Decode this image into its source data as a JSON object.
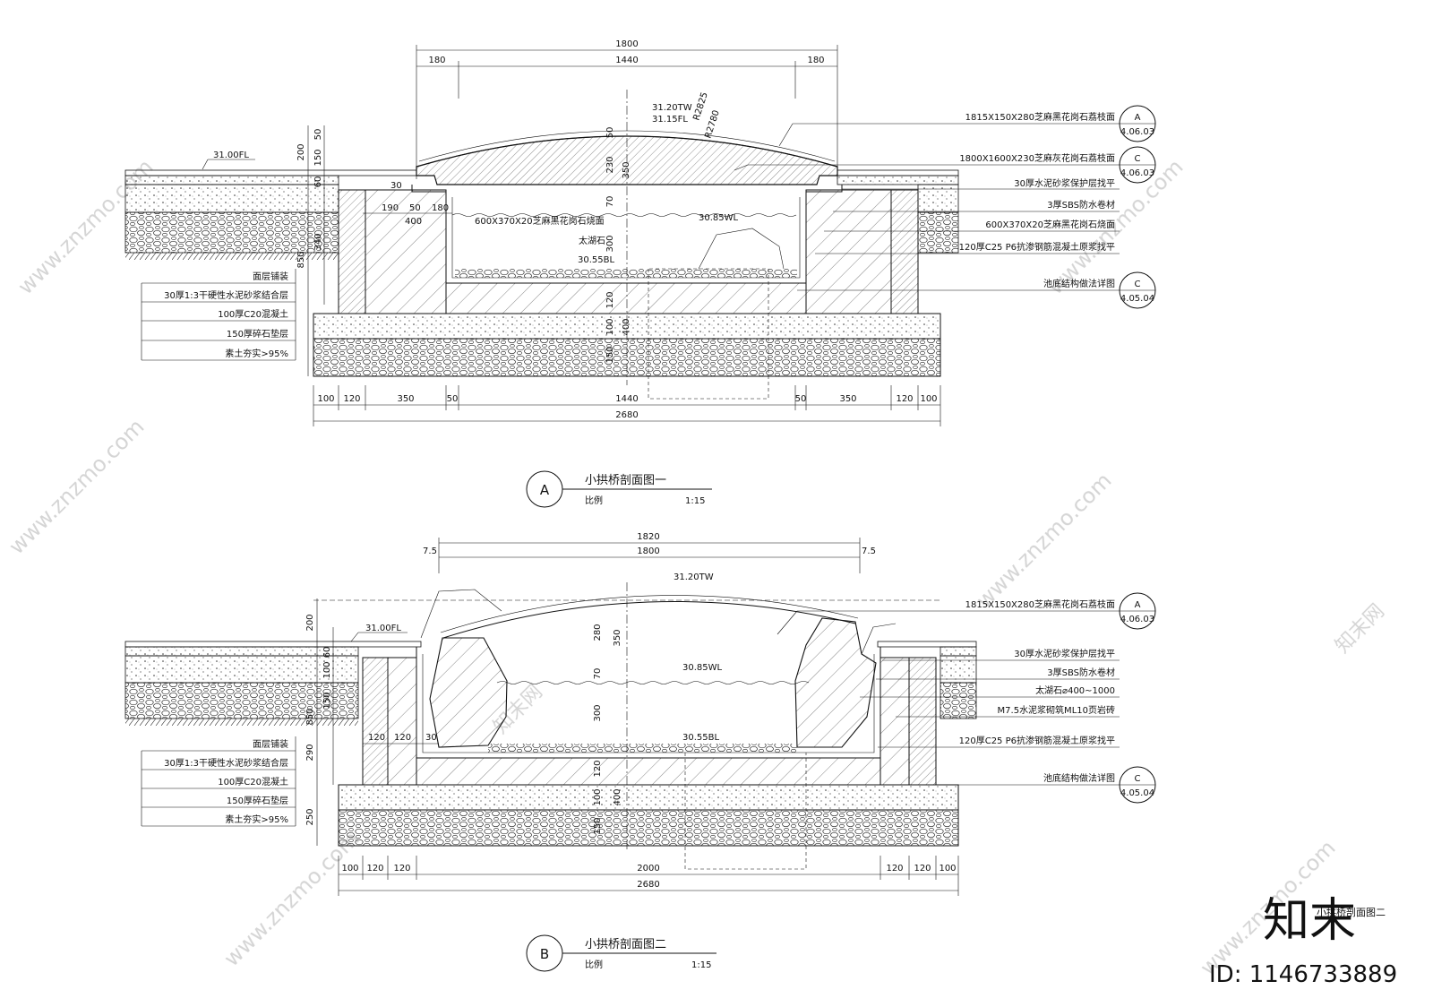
{
  "sectionA": {
    "total_top": "1800",
    "top_dims": [
      "180",
      "1440",
      "180"
    ],
    "elevations": {
      "tw": "31.20TW",
      "fl_top": "31.15FL",
      "r1": "R2825",
      "r2": "R2780",
      "wl": "30.85WL",
      "bl": "30.55BL",
      "ground": "31.00FL"
    },
    "left_vdims": [
      "200",
      "50",
      "150",
      "60",
      "340",
      "850"
    ],
    "center_vdims": [
      "50",
      "230",
      "350",
      "70",
      "300",
      "120",
      "400",
      "100",
      "150"
    ],
    "inner_dims": [
      "30",
      "190",
      "50",
      "180",
      "400"
    ],
    "inner_labels": [
      "600X370X20芝麻黑花岗石烧面",
      "太湖石"
    ],
    "callouts": [
      {
        "text": "1815X150X280芝麻黑花岗石荔枝面",
        "letter": "A",
        "ref": "4.06.03"
      },
      {
        "text": "1800X1600X230芝麻灰花岗石荔枝面",
        "letter": "C",
        "ref": "4.06.03"
      },
      {
        "text": "30厚水泥砂浆保护层找平"
      },
      {
        "text": "3厚SBS防水卷材"
      },
      {
        "text": "600X370X20芝麻黑花岗石烧面"
      },
      {
        "text": "120厚C25 P6抗渗钢筋混凝土原浆找平"
      },
      {
        "text": "池底结构做法详图",
        "letter": "C",
        "ref": "4.05.04"
      }
    ],
    "layers": [
      "面层铺装",
      "30厚1:3干硬性水泥砂浆结合层",
      "100厚C20混凝土",
      "150厚碎石垫层",
      "素土夯实>95%"
    ],
    "bottom_dims": [
      "100",
      "120",
      "350",
      "50",
      "1440",
      "50",
      "350",
      "120",
      "100"
    ],
    "total_bottom": "2680",
    "title_letter": "A",
    "title": "小拱桥剖面图一",
    "scale_label": "比例",
    "scale": "1:15"
  },
  "sectionB": {
    "total_top": "1820",
    "top_dims": [
      "7.5",
      "1800",
      "7.5"
    ],
    "elevations": {
      "tw": "31.20TW",
      "wl": "30.85WL",
      "bl": "30.55BL",
      "ground": "31.00FL"
    },
    "left_vdims": [
      "200",
      "60",
      "100",
      "150",
      "850",
      "290",
      "250"
    ],
    "center_vdims": [
      "280",
      "350",
      "70",
      "300",
      "120",
      "400",
      "100",
      "150"
    ],
    "inner_dims": [
      "120",
      "120",
      "30"
    ],
    "callouts": [
      {
        "text": "1815X150X280芝麻黑花岗石荔枝面",
        "letter": "A",
        "ref": "4.06.03"
      },
      {
        "text": "30厚水泥砂浆保护层找平"
      },
      {
        "text": "3厚SBS防水卷材"
      },
      {
        "text": "太湖石⌀400~1000"
      },
      {
        "text": "M7.5水泥浆砌筑ML10页岩砖"
      },
      {
        "text": "120厚C25 P6抗渗钢筋混凝土原浆找平"
      },
      {
        "text": "池底结构做法详图",
        "letter": "C",
        "ref": "4.05.04"
      }
    ],
    "layers": [
      "面层铺装",
      "30厚1:3干硬性水泥砂浆结合层",
      "100厚C20混凝土",
      "150厚碎石垫层",
      "素土夯实>95%"
    ],
    "bottom_dims": [
      "100",
      "120",
      "120",
      "2000",
      "120",
      "120",
      "100"
    ],
    "total_bottom": "2680",
    "title_letter": "B",
    "title": "小拱桥剖面图二",
    "scale_label": "比例",
    "scale": "1:15"
  },
  "watermark": {
    "brand": "知末",
    "id": "ID: 1146733889",
    "site": "www.znzmo.com",
    "site_cn": "知末网",
    "corner_fragment": "小拱桥剖面图二"
  }
}
